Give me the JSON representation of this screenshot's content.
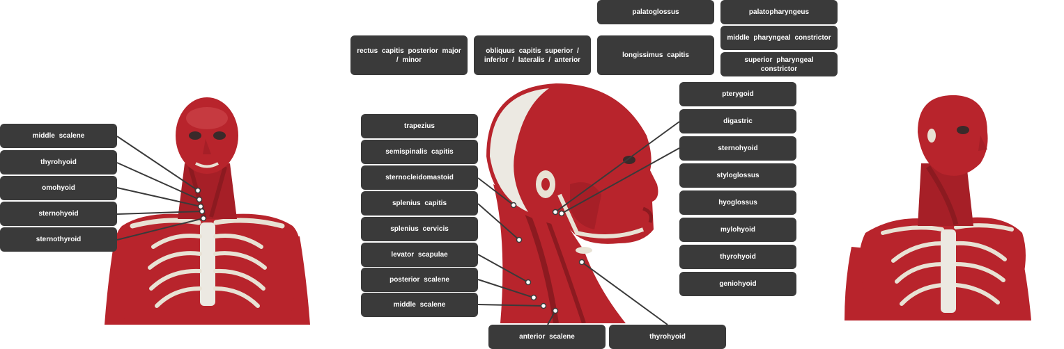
{
  "colors": {
    "label_bg": "#3a3a3a",
    "label_text": "#ffffff",
    "leader_line": "#3a3a3a",
    "muscle": "#b8242c",
    "muscle_dark": "#8c1a20",
    "bone": "#e8e2d4",
    "tendon": "#ece9e2"
  },
  "front_view": {
    "labels": [
      "middle scalene",
      "thyrohyoid",
      "omohyoid",
      "sternohyoid",
      "sternothyroid"
    ]
  },
  "side_view": {
    "top_labels": [
      "rectus capitis posterior major / minor",
      "obliquus capitis superior / inferior / lateralis / anterior",
      "palatoglossus",
      "longissimus capitis",
      "palatopharyngeus",
      "middle pharyngeal constrictor",
      "superior pharyngeal constrictor"
    ],
    "left_labels": [
      "trapezius",
      "semispinalis capitis",
      "sternocleidomastoid",
      "splenius capitis",
      "splenius cervicis",
      "levator scapulae",
      "posterior scalene",
      "middle scalene"
    ],
    "right_labels": [
      "pterygoid",
      "digastric",
      "sternohyoid",
      "styloglossus",
      "hyoglossus",
      "mylohyoid",
      "thyrohyoid",
      "geniohyoid"
    ],
    "bottom_labels": [
      "anterior scalene",
      "thyrohyoid"
    ]
  }
}
